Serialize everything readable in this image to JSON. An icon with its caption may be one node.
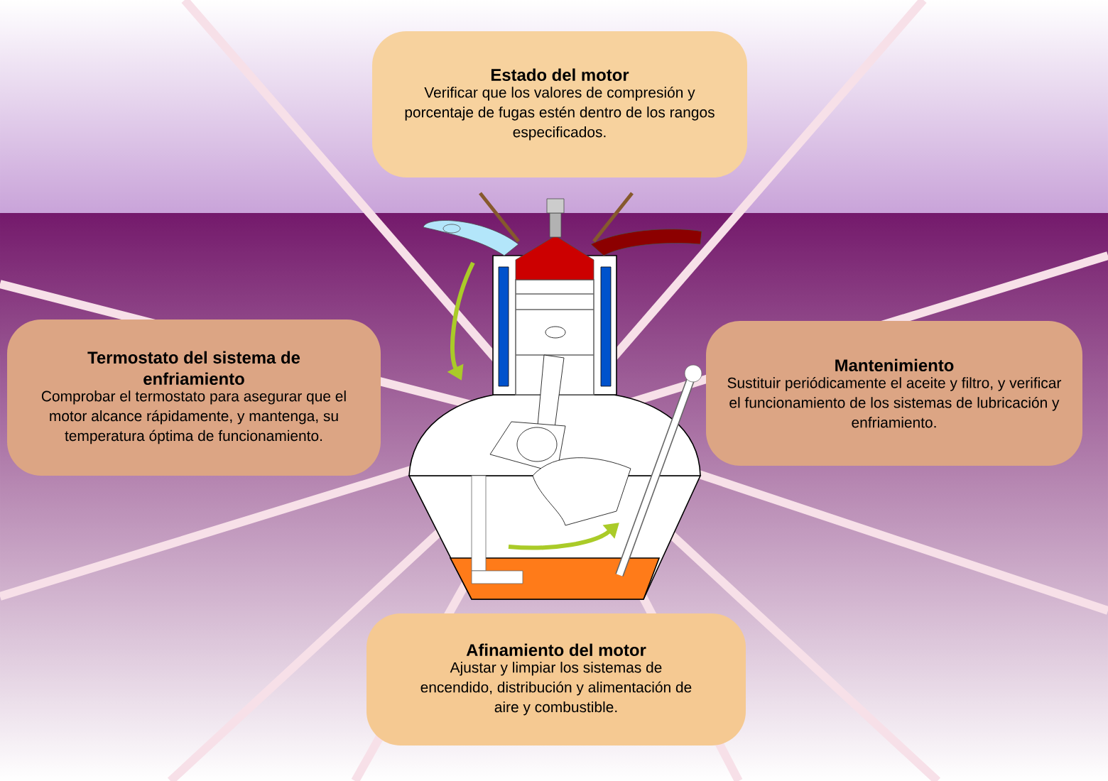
{
  "diagram": {
    "nodes": [
      {
        "text": [
          "Estado del motor",
          "Verificar que los valores de compresión y porcentaje de fugas estén dentro de los rangos especificados."
        ]
      },
      {
        "text": [
          "Termostato del sistema de enfriamiento",
          "Comprobar el termostato para asegurar que el motor alcance rápidamente, y mantenga, su temperatura óptima de funcionamiento."
        ]
      },
      {
        "text": [
          "Mantenimiento",
          "Sustituir periódicamente el aceite y filtro, y verificar el funcionamiento de los sistemas de lubricación y enfriamiento."
        ]
      },
      {
        "text": [
          "Afinamiento del motor",
          "Ajustar y limpiar los sistemas de encendido, distribución y alimentación de aire y combustible."
        ]
      }
    ]
  }
}
